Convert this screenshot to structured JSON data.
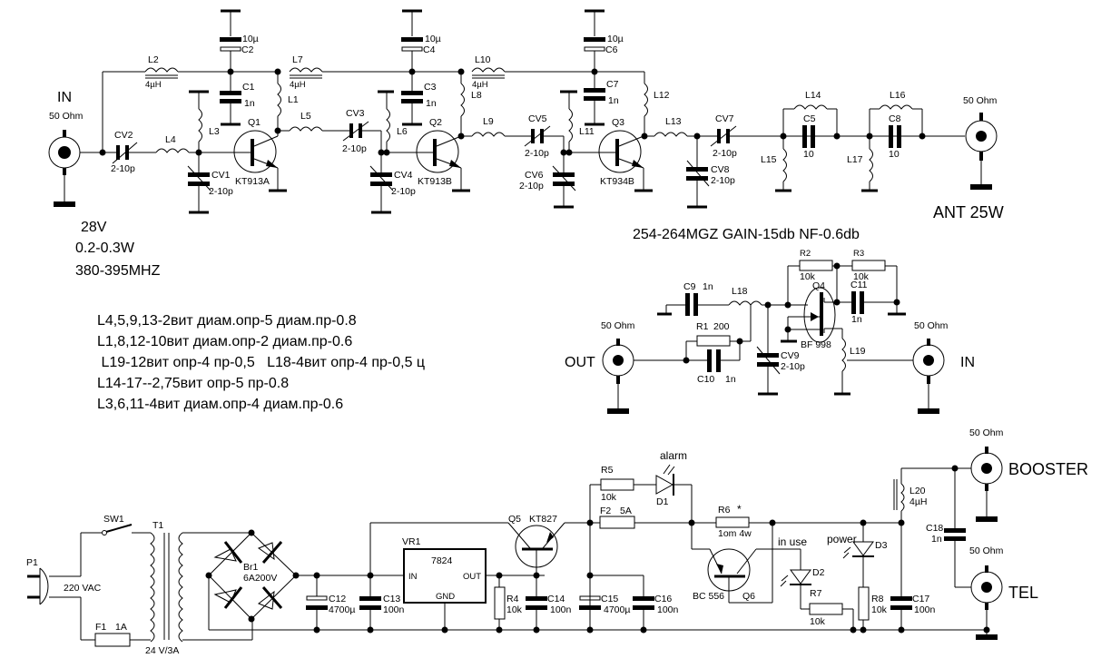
{
  "amplifier": {
    "input": {
      "label": "IN",
      "impedance": "50 Ohm"
    },
    "output": {
      "label": "ANT 25W",
      "impedance": "50 Ohm"
    },
    "specs": [
      "28V",
      "0.2-0.3W",
      "380-395MHZ"
    ],
    "components": {
      "L2": {
        "name": "L2",
        "value": "4µH"
      },
      "L7": {
        "name": "L7",
        "value": "4µH"
      },
      "L10": {
        "name": "L10",
        "value": "4µH"
      },
      "C2": {
        "name": "C2",
        "value": "10µ"
      },
      "C4": {
        "name": "C4",
        "value": "10µ"
      },
      "C6": {
        "name": "C6",
        "value": "10µ"
      },
      "C1": {
        "name": "C1",
        "value": "1n"
      },
      "C3": {
        "name": "C3",
        "value": "1n"
      },
      "C7": {
        "name": "C7",
        "value": "1n"
      },
      "L1": {
        "name": "L1"
      },
      "L3": {
        "name": "L3"
      },
      "L4": {
        "name": "L4"
      },
      "L5": {
        "name": "L5"
      },
      "L6": {
        "name": "L6"
      },
      "L8": {
        "name": "L8"
      },
      "L9": {
        "name": "L9"
      },
      "L11": {
        "name": "L11"
      },
      "L12": {
        "name": "L12"
      },
      "L13": {
        "name": "L13"
      },
      "L14": {
        "name": "L14"
      },
      "L15": {
        "name": "L15"
      },
      "L16": {
        "name": "L16"
      },
      "L17": {
        "name": "L17"
      },
      "CV1": {
        "name": "CV1",
        "value": "2-10p"
      },
      "CV2": {
        "name": "CV2",
        "value": "2-10p"
      },
      "CV3": {
        "name": "CV3",
        "value": "2-10p"
      },
      "CV4": {
        "name": "CV4",
        "value": "2-10p"
      },
      "CV5": {
        "name": "CV5",
        "value": "2-10p"
      },
      "CV6": {
        "name": "CV6",
        "value": "2-10p"
      },
      "CV7": {
        "name": "CV7",
        "value": "2-10p"
      },
      "CV8": {
        "name": "CV8",
        "value": "2-10p"
      },
      "Q1": {
        "name": "Q1",
        "value": "KT913A"
      },
      "Q2": {
        "name": "Q2",
        "value": "KT913B"
      },
      "Q3": {
        "name": "Q3",
        "value": "KT934B"
      },
      "C5": {
        "name": "C5",
        "value": "10"
      },
      "C8": {
        "name": "C8",
        "value": "10"
      }
    }
  },
  "lna": {
    "specs": "254-264MGZ GAIN-15db   NF-0.6db",
    "output": {
      "label": "OUT",
      "impedance": "50 Ohm"
    },
    "input": {
      "label": "IN",
      "impedance": "50 Ohm"
    },
    "components": {
      "C9": {
        "name": "C9",
        "value": "1n"
      },
      "L18": {
        "name": "L18"
      },
      "R1": {
        "name": "R1",
        "value": "200"
      },
      "C10": {
        "name": "C10",
        "value": "1n"
      },
      "CV9": {
        "name": "CV9",
        "value": "2-10p"
      },
      "R2": {
        "name": "R2",
        "value": "10k"
      },
      "R3": {
        "name": "R3",
        "value": "10k"
      },
      "Q4": {
        "name": "Q4",
        "value": "BF 998"
      },
      "C11": {
        "name": "C11",
        "value": "1n"
      },
      "L19": {
        "name": "L19"
      }
    }
  },
  "coil_notes": [
    "L4,5,9,13-2вит диам.опр-5 диам.пр-0.8",
    "L1,8,12-10вит диам.опр-2 диам.пр-0.6",
    " L19-12вит опр-4 пр-0,5   L18-4вит опр-4 пр-0,5 ц",
    "L14-17--2,75вит опр-5 пр-0.8",
    "L3,6,11-4вит диам.опр-4 диам.пр-0.6"
  ],
  "power_supply": {
    "P1": {
      "name": "P1",
      "value": "220 VAC"
    },
    "SW1": {
      "name": "SW1"
    },
    "F1": {
      "name": "F1",
      "value": "1A"
    },
    "T1": {
      "name": "T1",
      "value": "24 V/3A"
    },
    "Br1": {
      "name": "Br1",
      "value": "6A200V"
    },
    "C12": {
      "name": "C12",
      "value": "4700µ"
    },
    "C13": {
      "name": "C13",
      "value": "100n"
    },
    "VR1": {
      "name": "VR1",
      "part": "7824",
      "in": "IN",
      "out": "OUT",
      "gnd": "GND"
    },
    "R4": {
      "name": "R4",
      "value": "10k"
    },
    "C14": {
      "name": "C14",
      "value": "100n"
    },
    "Q5": {
      "name": "Q5",
      "value": "KT827"
    },
    "R5": {
      "name": "R5",
      "value": "10k"
    },
    "D1": {
      "name": "D1",
      "label": "alarm"
    },
    "F2": {
      "name": "F2",
      "value": "5A"
    },
    "C15": {
      "name": "C15",
      "value": "4700µ"
    },
    "C16": {
      "name": "C16",
      "value": "100n"
    },
    "R6": {
      "name": "R6",
      "value": "1om 4w",
      "mark": "*"
    },
    "Q6": {
      "name": "Q6",
      "value": "BC 556"
    },
    "D2": {
      "name": "D2",
      "label": "in use"
    },
    "R7": {
      "name": "R7",
      "value": "10k"
    },
    "D3": {
      "name": "D3",
      "label": "power"
    },
    "R8": {
      "name": "R8",
      "value": "10k"
    },
    "C17": {
      "name": "C17",
      "value": "100n"
    },
    "L20": {
      "name": "L20",
      "value": "4µH"
    },
    "C18": {
      "name": "C18",
      "value": "1n"
    },
    "booster": {
      "label": "BOOSTER",
      "impedance": "50 Ohm"
    },
    "tel": {
      "label": "TEL",
      "impedance": "50 Ohm"
    }
  }
}
